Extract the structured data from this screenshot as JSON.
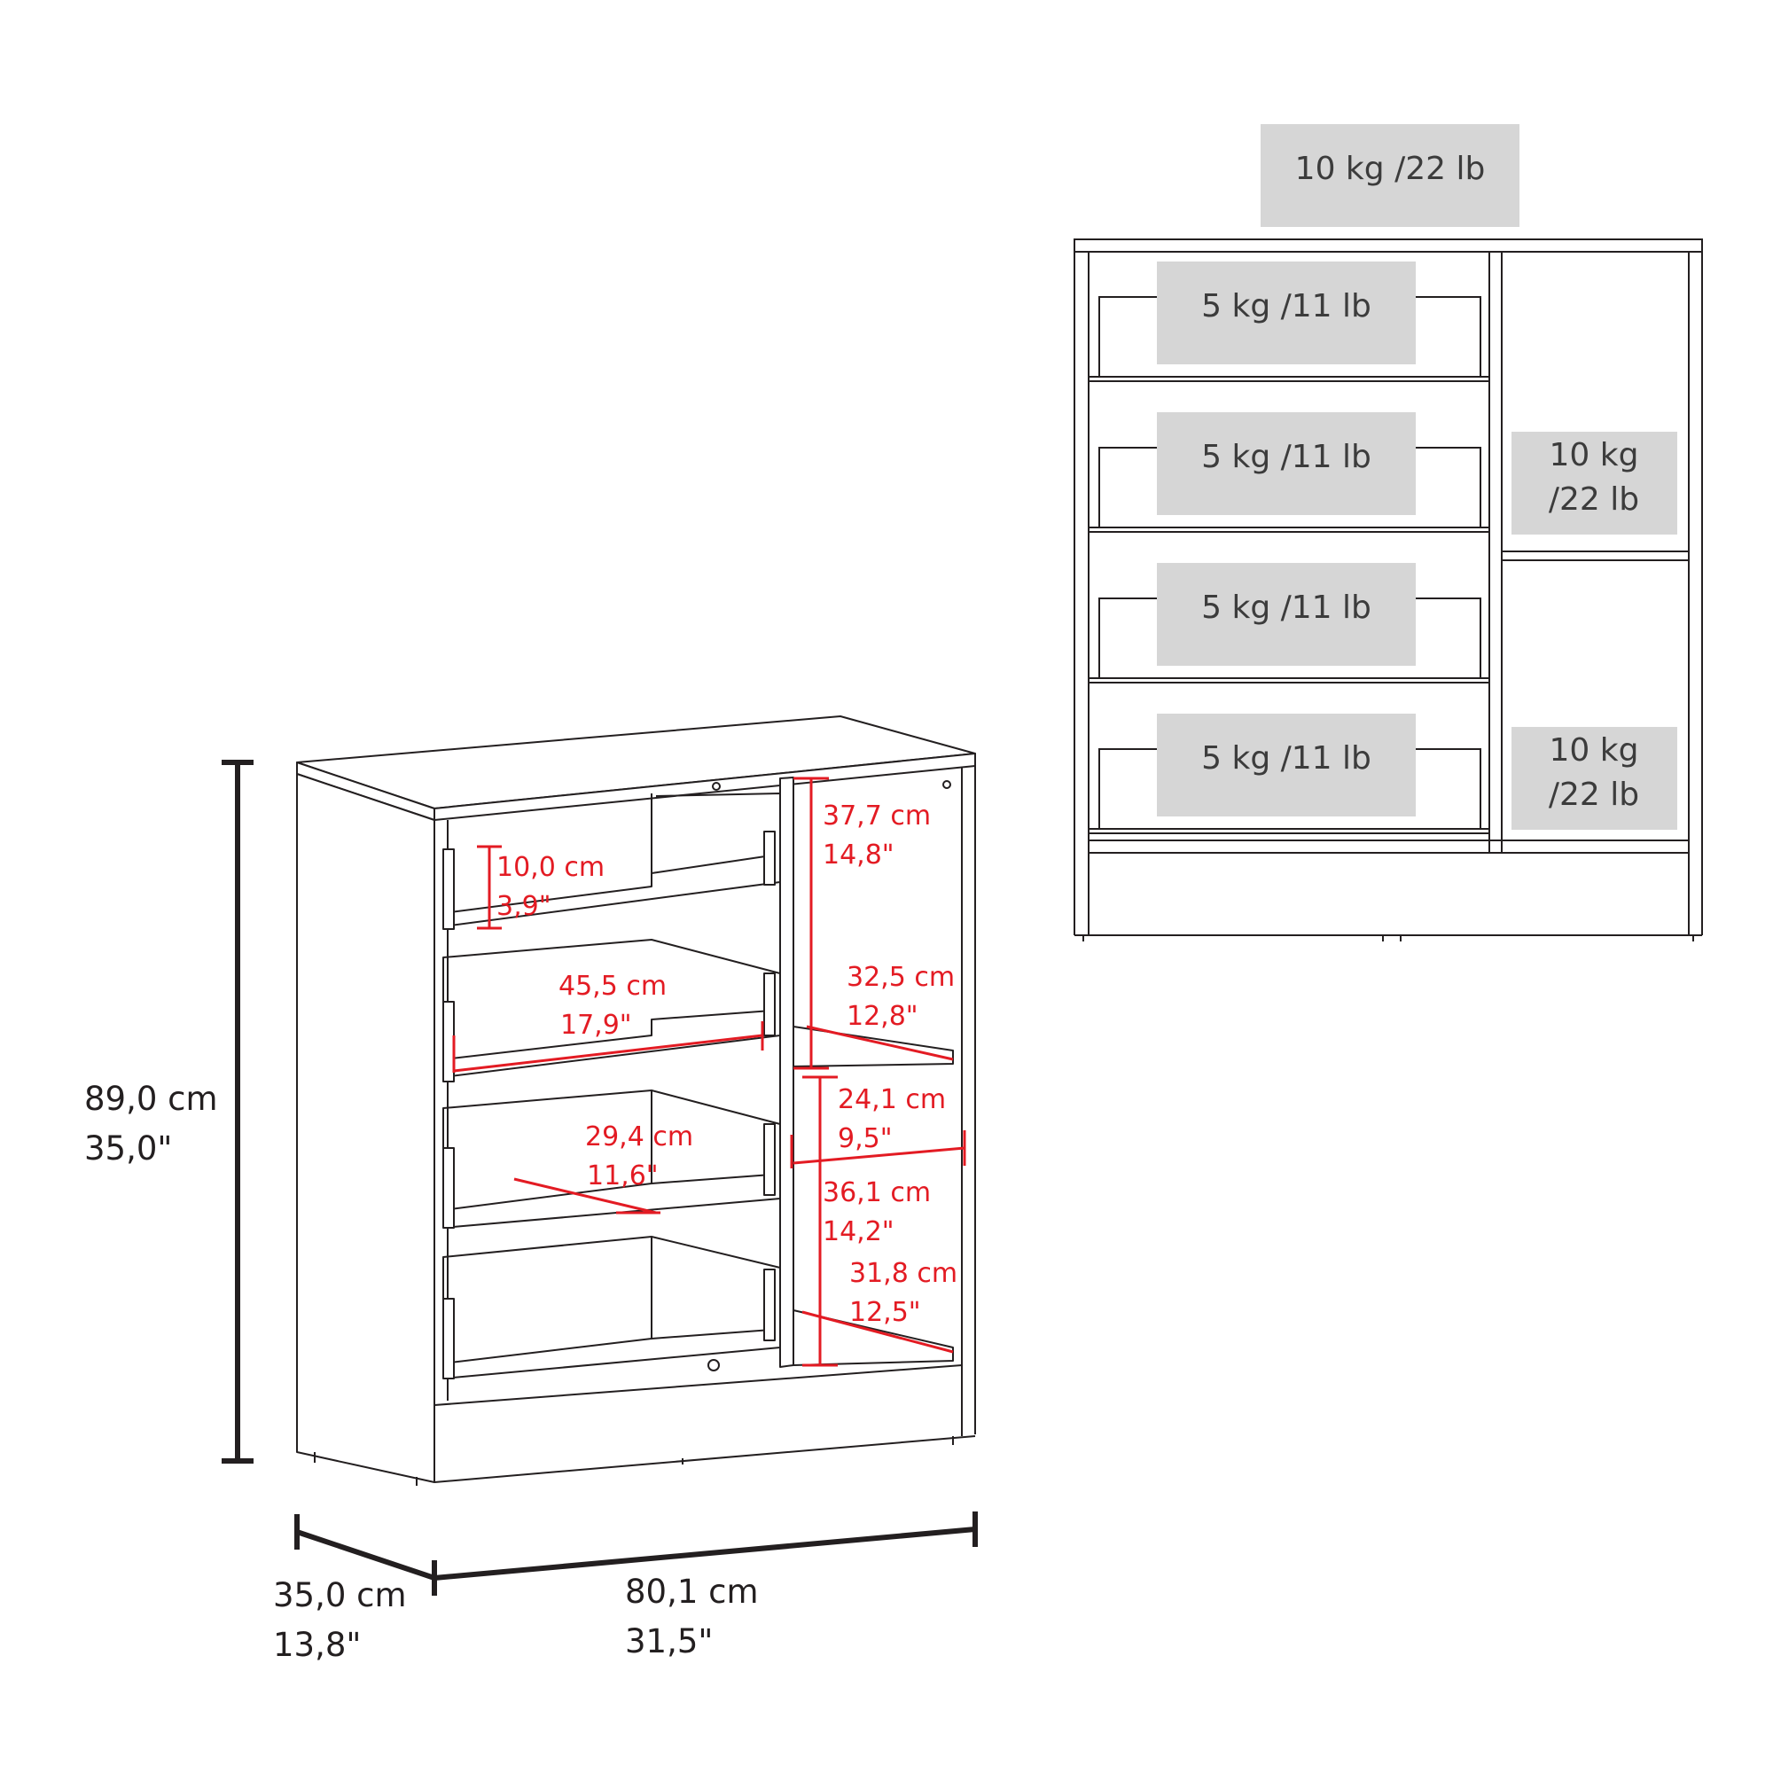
{
  "overall_dimensions": {
    "height": {
      "cm": "89,0 cm",
      "in": "35,0\""
    },
    "depth": {
      "cm": "35,0 cm",
      "in": "13,8\""
    },
    "width": {
      "cm": "80,1 cm",
      "in": "31,5\""
    }
  },
  "interior_dimensions": {
    "drawer_height": {
      "cm": "10,0 cm",
      "in": "3,9\""
    },
    "drawer_width": {
      "cm": "45,5 cm",
      "in": "17,9\""
    },
    "drawer_depth": {
      "cm": "29,4 cm",
      "in": "11,6\""
    },
    "upper_cabinet_height": {
      "cm": "37,7 cm",
      "in": "14,8\""
    },
    "shelf_depth": {
      "cm": "32,5 cm",
      "in": "12,8\""
    },
    "cabinet_width": {
      "cm": "24,1 cm",
      "in": "9,5\""
    },
    "lower_cabinet_height": {
      "cm": "36,1 cm",
      "in": "14,2\""
    },
    "bottom_depth": {
      "cm": "31,8 cm",
      "in": "12,5\""
    }
  },
  "load_capacity": {
    "top": "10 kg /22 lb",
    "drawers": [
      "5 kg /11 lb",
      "5 kg /11 lb",
      "5 kg /11 lb",
      "5 kg /11 lb"
    ],
    "shelves": [
      {
        "line1": "10 kg",
        "line2": "/22 lb"
      },
      {
        "line1": "10 kg",
        "line2": "/22 lb"
      }
    ]
  },
  "colors": {
    "line": "#231f20",
    "dimension_red": "#e31b23",
    "load_box": "#d6d6d6"
  }
}
